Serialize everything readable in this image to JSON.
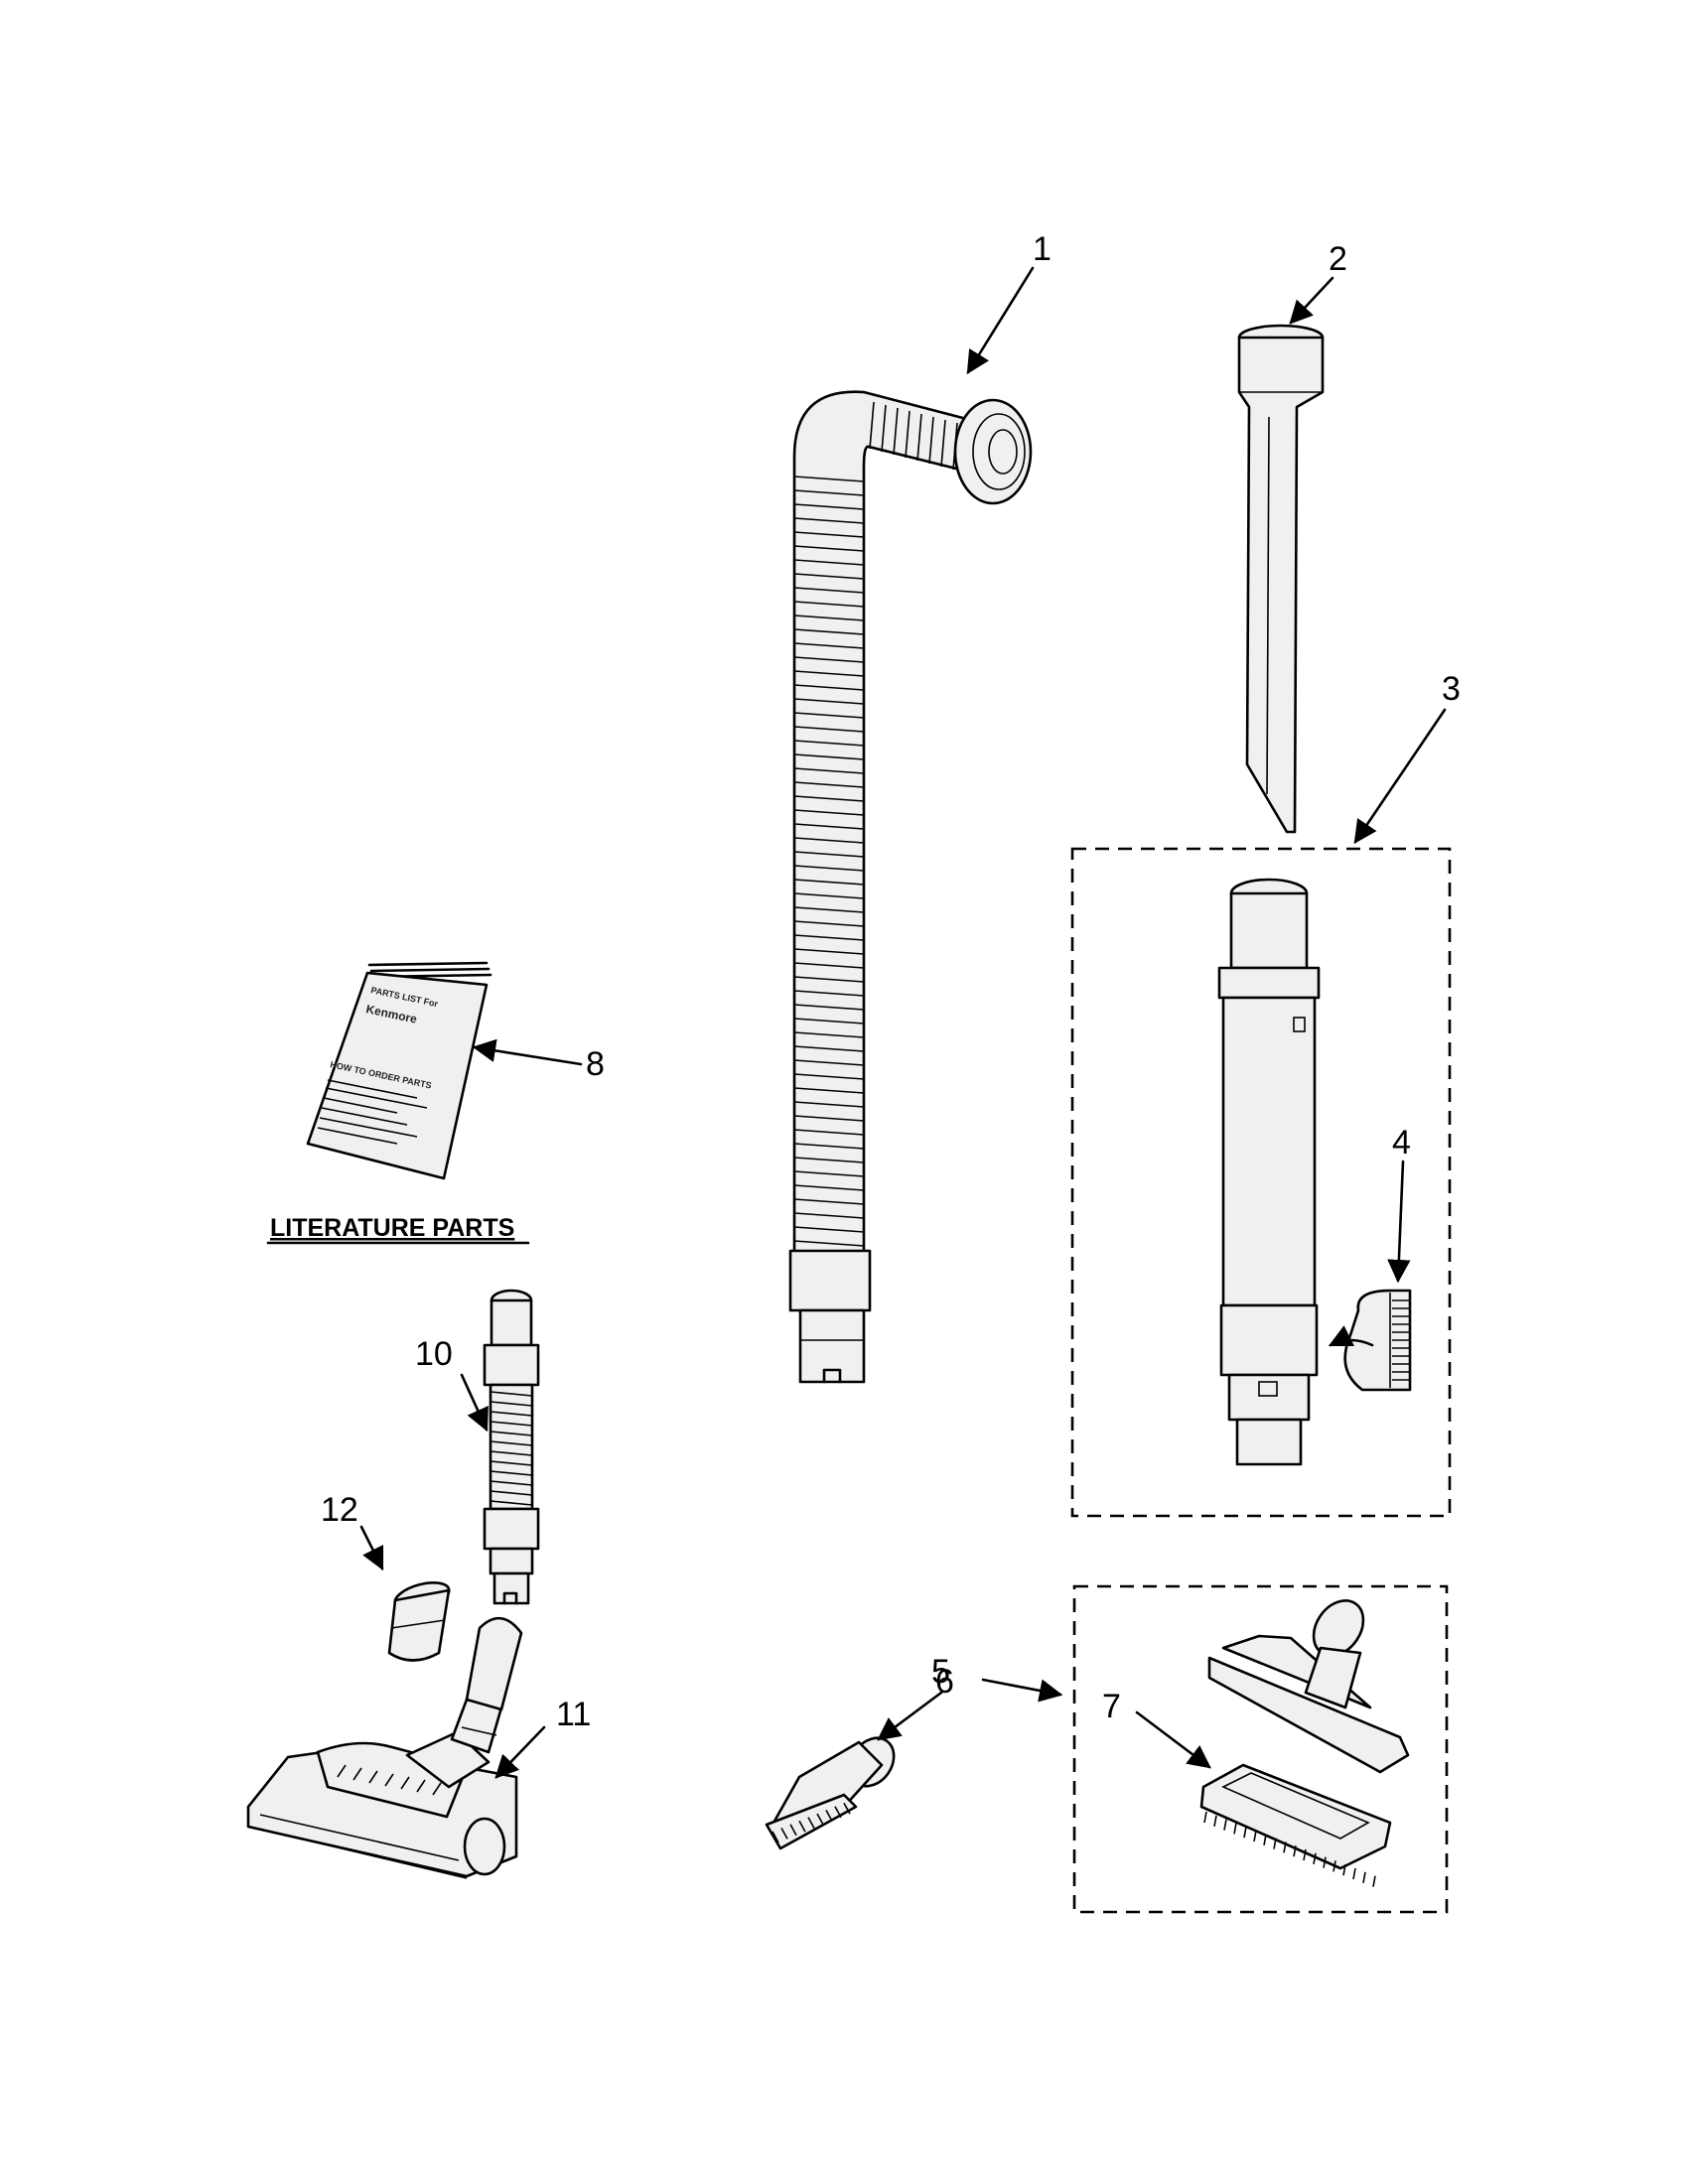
{
  "callouts": {
    "c1": "1",
    "c2": "2",
    "c3": "3",
    "c4": "4",
    "c5": "5",
    "c6": "6",
    "c7": "7",
    "c8": "8",
    "c10": "10",
    "c11": "11",
    "c12": "12"
  },
  "section_label": "LITERATURE PARTS",
  "booklet": {
    "header": "PARTS LIST For",
    "brand": "Kenmore",
    "how_to_order": "HOW TO ORDER PARTS"
  },
  "icons": {
    "hose": "flexible-hose-icon",
    "crevice_tool": "crevice-tool-icon",
    "wand": "extension-wand-icon",
    "clip": "wand-clip-icon",
    "dust_brush": "dusting-brush-icon",
    "floor_tool": "floor-tool-icon",
    "upholstery_brush": "upholstery-brush-icon",
    "manual": "parts-list-booklet-icon",
    "short_hose": "short-hose-icon",
    "power_nozzle": "power-nozzle-icon",
    "adapter": "adapter-icon"
  },
  "colors": {
    "line": "#000000",
    "part_fill": "#f0f0f0",
    "background": "#ffffff"
  }
}
